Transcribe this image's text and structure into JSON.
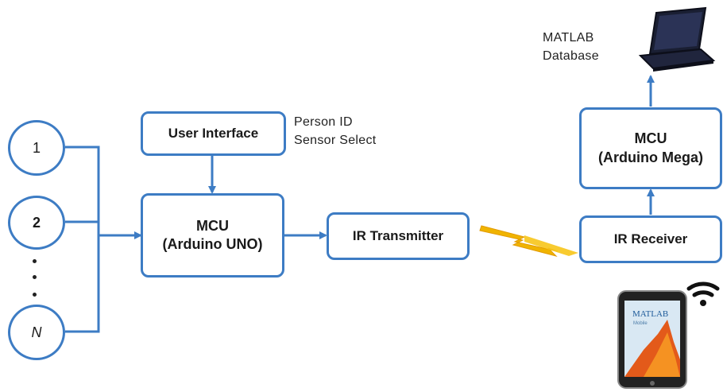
{
  "inputs": {
    "first": "1",
    "second": "2",
    "last": "N"
  },
  "user_interface": {
    "label": "User Interface",
    "note_line1": "Person ID",
    "note_line2": "Sensor Select"
  },
  "mcu_uno": {
    "line1": "MCU",
    "line2": "(Arduino UNO)"
  },
  "ir_transmitter": {
    "label": "IR Transmitter"
  },
  "ir_receiver": {
    "label": "IR Receiver"
  },
  "mcu_mega": {
    "line1": "MCU",
    "line2": "(Arduino Mega)"
  },
  "database": {
    "line1": "MATLAB",
    "line2": "Database"
  },
  "phone": {
    "brand": "MATLAB",
    "sub": "Mobile"
  },
  "colors": {
    "box_border": "#3d7cc4",
    "arrow": "#3d7cc4",
    "lightning": "#f0b400",
    "text": "#1a1a1a"
  },
  "icons": [
    "laptop-icon",
    "wifi-icon",
    "smartphone-icon",
    "lightning-icon"
  ]
}
